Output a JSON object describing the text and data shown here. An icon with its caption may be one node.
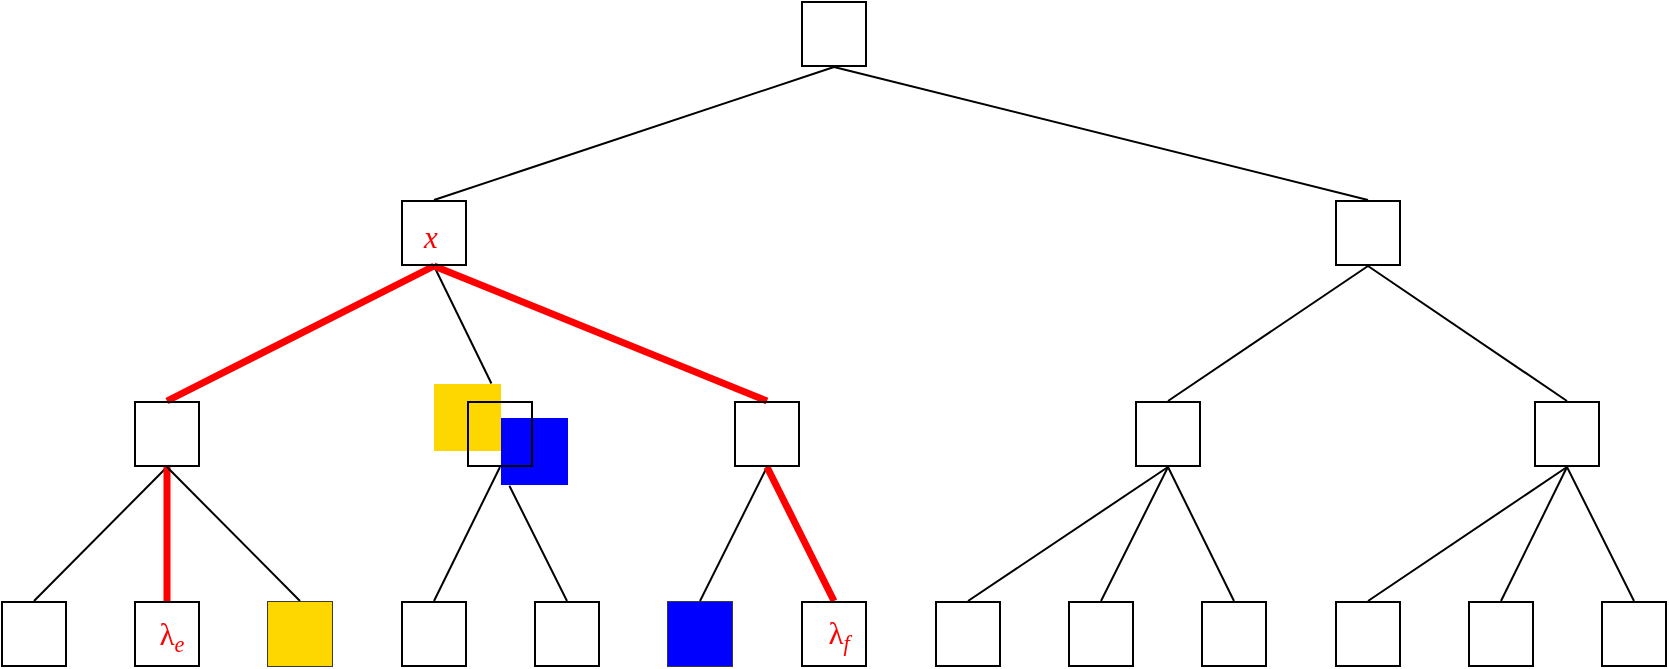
{
  "diagram": {
    "nodes": [
      {
        "text": [],
        "shape": "box"
      },
      {
        "text": [
          "x"
        ]
      },
      {
        "text": [],
        "shape": "box"
      },
      {
        "text": [],
        "shape": "box"
      },
      {
        "text": [],
        "shape": "box"
      },
      {
        "text": [],
        "shape": "box"
      },
      {
        "text": [],
        "shape": "box"
      },
      {
        "text": [],
        "shape": "box"
      },
      {
        "text": [],
        "shape": "box"
      },
      {
        "text": [],
        "shape": "box"
      },
      {
        "text": [],
        "shape": "box"
      },
      {
        "text": [
          "λ$_{e}$"
        ]
      },
      {
        "text": [],
        "shape": "box"
      },
      {
        "text": [],
        "shape": "box"
      },
      {
        "text": [],
        "shape": "box"
      },
      {
        "text": [],
        "shape": "box"
      },
      {
        "text": [
          "λ$_{f}$"
        ]
      },
      {
        "text": [],
        "shape": "box"
      },
      {
        "text": [],
        "shape": "box"
      },
      {
        "text": [],
        "shape": "box"
      },
      {
        "text": [],
        "shape": "box"
      },
      {
        "text": [],
        "shape": "box"
      },
      {
        "text": [],
        "shape": "box"
      }
    ],
    "edges": [
      {
        "from": 0,
        "to": 1,
        "arrow": "none"
      },
      {
        "from": 0,
        "to": 2,
        "arrow": "none"
      },
      {
        "from": 1,
        "to": 3,
        "arrow": "none",
        "style": "thick",
        "color": "#ff0000"
      },
      {
        "from": 1,
        "to": 5,
        "arrow": "none"
      },
      {
        "from": 1,
        "to": 7,
        "arrow": "none",
        "style": "thick",
        "color": "#ff0000"
      },
      {
        "from": 2,
        "to": 8,
        "arrow": "none"
      },
      {
        "from": 2,
        "to": 9,
        "arrow": "none"
      },
      {
        "from": 3,
        "to": 10,
        "arrow": "none"
      },
      {
        "from": 3,
        "to": 11,
        "arrow": "none",
        "style": "thick",
        "color": "#ff0000"
      },
      {
        "from": 3,
        "to": 12,
        "arrow": "none"
      },
      {
        "from": 5,
        "to": 13,
        "arrow": "none"
      },
      {
        "from": 5,
        "to": 14,
        "arrow": "none"
      },
      {
        "from": 7,
        "to": 15,
        "arrow": "none"
      },
      {
        "from": 7,
        "to": 16,
        "arrow": "none",
        "style": "thick",
        "color": "#ff0000"
      },
      {
        "from": 8,
        "to": 17,
        "arrow": "none"
      },
      {
        "from": 8,
        "to": 18,
        "arrow": "none"
      },
      {
        "from": 8,
        "to": 19,
        "arrow": "none"
      },
      {
        "from": 9,
        "to": 20,
        "arrow": "none"
      },
      {
        "from": 9,
        "to": 21,
        "arrow": "none"
      },
      {
        "from": 9,
        "to": 22,
        "arrow": "none"
      }
    ]
  }
}
